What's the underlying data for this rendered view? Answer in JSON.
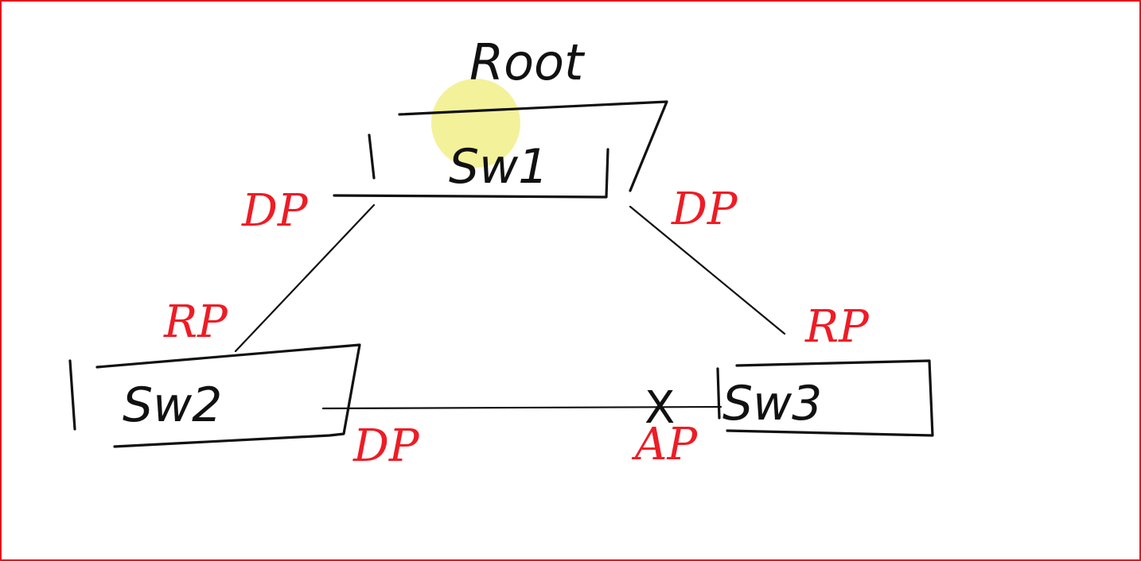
{
  "diagram": {
    "root_label": "Root",
    "nodes": {
      "sw1": "Sw1",
      "sw2": "Sw2",
      "sw3": "Sw3"
    },
    "ports": {
      "sw1_left": "DP",
      "sw1_right": "DP",
      "sw2_top": "RP",
      "sw3_top": "RP",
      "sw2_right": "DP",
      "sw3_left": "AP"
    },
    "blocked_marker": "X"
  },
  "colors": {
    "frame": "#e8121b",
    "ink": "#111111",
    "port_labels": "#ee1c25",
    "highlight": "#f2ee8a"
  }
}
